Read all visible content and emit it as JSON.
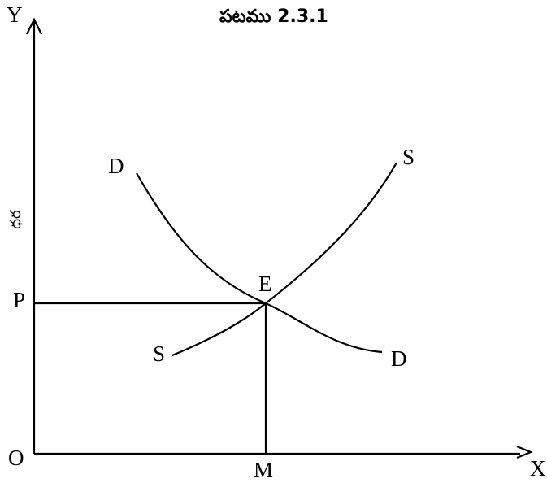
{
  "title": "పటము 2.3.1",
  "axes": {
    "y_label": "Y",
    "x_label": "X",
    "origin_label": "O",
    "y_axis_title": "ధర"
  },
  "curves": {
    "demand": {
      "start_label": "D",
      "end_label": "D"
    },
    "supply": {
      "start_label": "S",
      "end_label": "S"
    }
  },
  "equilibrium": {
    "point_label": "E",
    "price_label": "P",
    "quantity_label": "M"
  },
  "colors": {
    "ink": "#000000",
    "background": "#ffffff"
  }
}
